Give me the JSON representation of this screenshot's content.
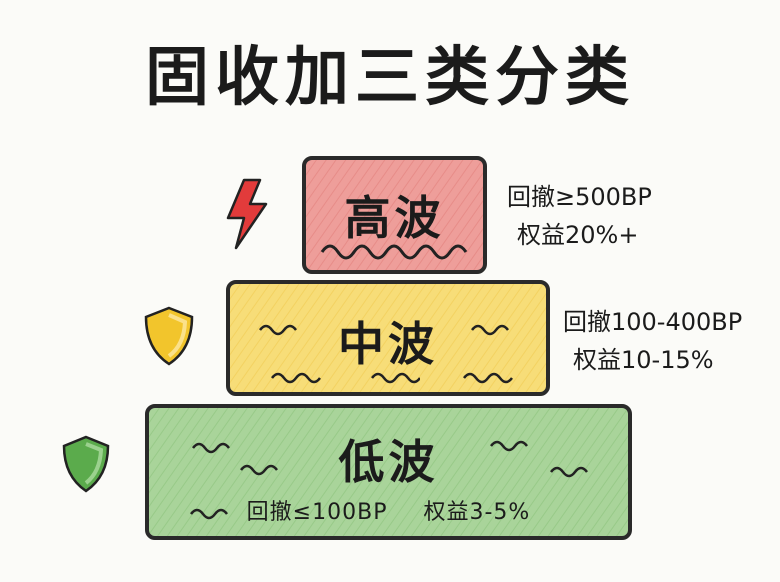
{
  "title": "固收加三类分类",
  "tiers": {
    "high": {
      "label": "高波",
      "drawdown": "回撤≥500BP",
      "equity": "权益20%+",
      "fill": "#ee9e9a",
      "icon": "lightning-icon"
    },
    "mid": {
      "label": "中波",
      "drawdown": "回撤100-400BP",
      "equity": "权益10-15%",
      "fill": "#f7dd78",
      "icon": "shield-icon"
    },
    "low": {
      "label": "低波",
      "drawdown": "回撤≤100BP",
      "equity": "权益3-5%",
      "fill": "#a9d49a",
      "icon": "shield-icon"
    }
  },
  "colors": {
    "outline": "#2a2a2a",
    "lightning": "#e23b3b",
    "shield_yellow": "#f2c52c",
    "shield_green": "#5bab4c"
  }
}
